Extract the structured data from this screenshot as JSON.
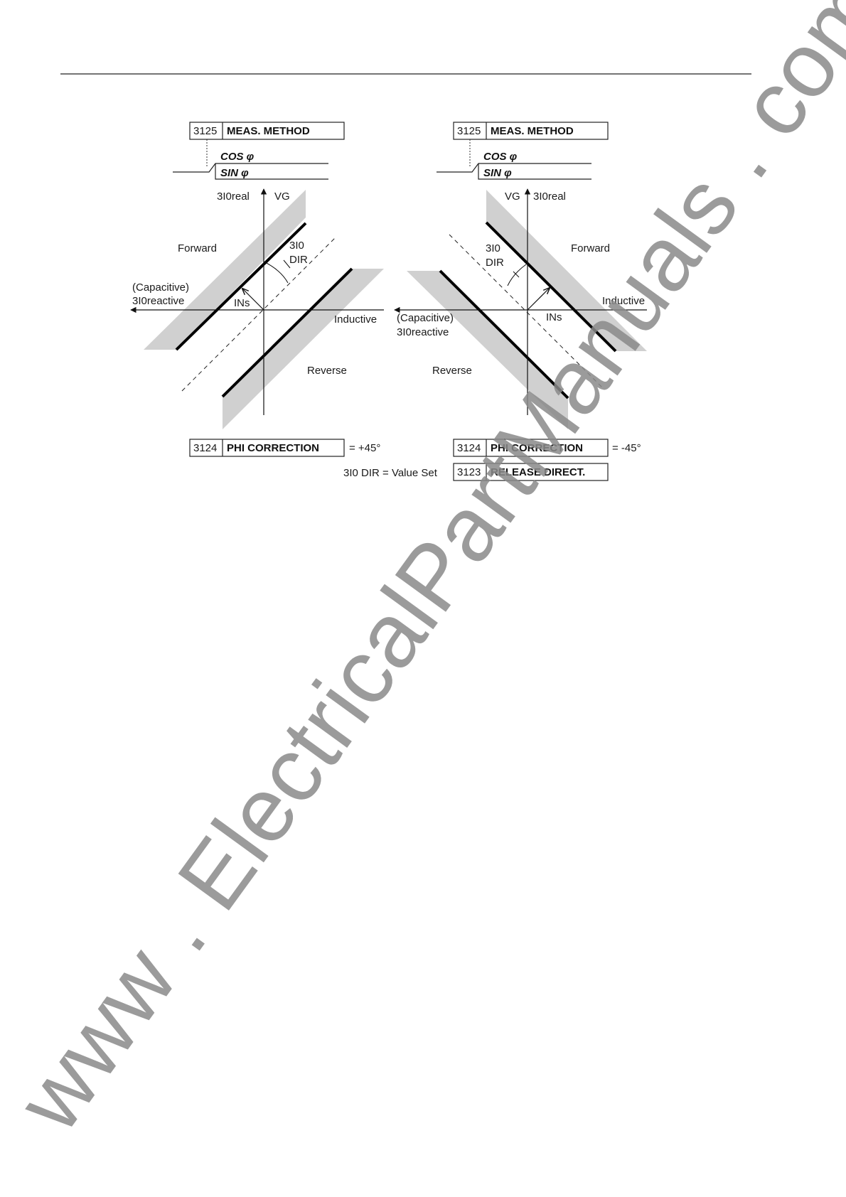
{
  "watermark": "www . ElectricalPartManuals . com",
  "left_diagram": {
    "meas_method": {
      "number": "3125",
      "name": "MEAS. METHOD"
    },
    "options": [
      "COS φ",
      "SIN φ"
    ],
    "axis_y_labels": [
      "3I0real",
      "VG"
    ],
    "axis_x_label_left": [
      "(Capacitive)",
      "3I0reactive"
    ],
    "axis_x_label_right": "Inductive",
    "forward": "Forward",
    "reverse": "Reverse",
    "dir_label": [
      "3I0",
      "DIR"
    ],
    "vector_label": "INs",
    "phi_correction": {
      "number": "3124",
      "name": "PHI CORRECTION",
      "value": "= +45°"
    }
  },
  "right_diagram": {
    "meas_method": {
      "number": "3125",
      "name": "MEAS. METHOD"
    },
    "options": [
      "COS φ",
      "SIN φ"
    ],
    "axis_y_labels": [
      "VG",
      "3I0real"
    ],
    "axis_x_label_left": [
      "(Capacitive)",
      "3I0reactive"
    ],
    "axis_x_label_right": "Inductive",
    "forward": "Forward",
    "reverse": "Reverse",
    "dir_label": [
      "3I0",
      "DIR"
    ],
    "vector_label": "INs",
    "phi_correction": {
      "number": "3124",
      "name": "PHI CORRECTION",
      "value": "= -45°"
    },
    "release_direct": {
      "number": "3123",
      "name": "RELEASE DIRECT."
    }
  },
  "dir_value_set": "3I0 DIR = Value Set"
}
